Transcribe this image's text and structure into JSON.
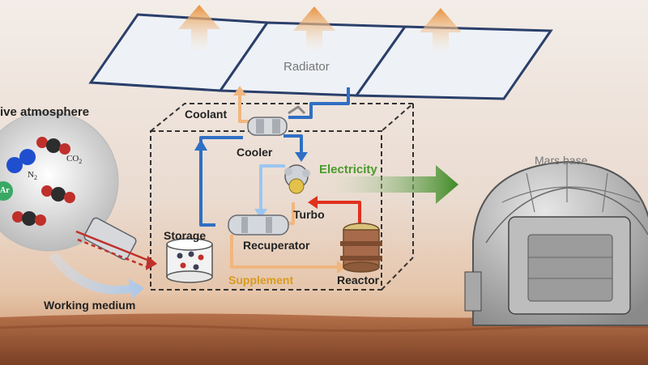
{
  "labels": {
    "radiator": "Radiator",
    "atmosphere": "ive atmosphere",
    "coolant": "Coolant",
    "cooler": "Cooler",
    "electricity": "Electricity",
    "turbo": "Turbo",
    "storage": "Storage",
    "recuperator": "Recuperator",
    "supplement": "Supplement",
    "reactor": "Reactor",
    "working_medium": "Working medium",
    "mars_base": "Mars base"
  },
  "molecules": {
    "n2": "N",
    "n2_sub": "2",
    "co2": "CO",
    "co2_sub": "2",
    "ar": "Ar"
  },
  "colors": {
    "flow_blue": "#2f6fc4",
    "flow_light_blue": "#9cc6f0",
    "flow_red": "#e0301e",
    "flow_orange": "#f0b67e",
    "electricity_green": "#4b8f2a",
    "supplement_gold": "#d99a1e",
    "radiator_panel": "#eef1f6",
    "radiator_border": "#2a3f6a"
  }
}
